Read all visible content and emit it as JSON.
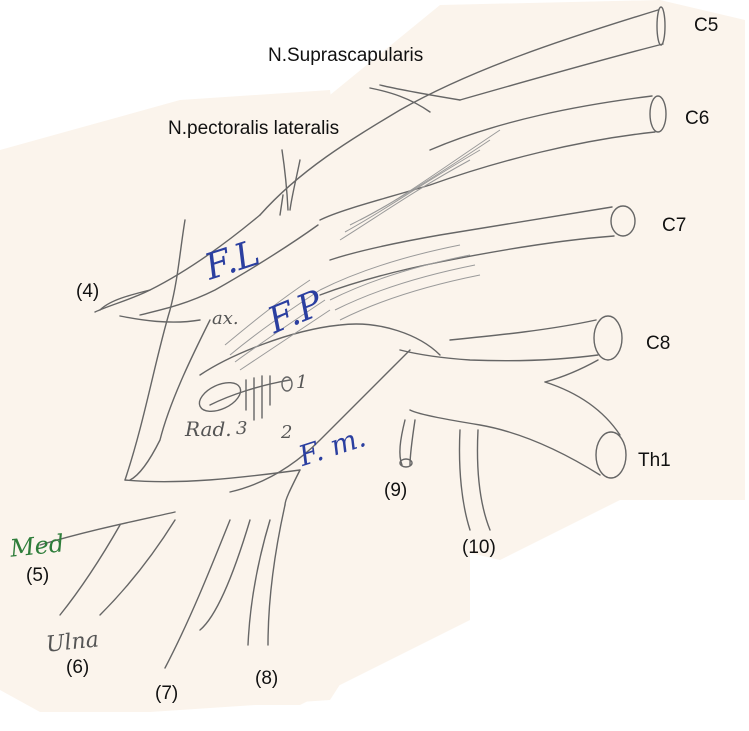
{
  "labels": {
    "c5": "C5",
    "c6": "C6",
    "c7": "C7",
    "c8": "C8",
    "th1": "Th1",
    "n_suprascapularis": "N.Suprascapularis",
    "n_pectoralis_lateralis": "N.pectoralis lateralis",
    "n4": "(4)",
    "n5": "(5)",
    "n6": "(6)",
    "n7": "(7)",
    "n8": "(8)",
    "n9": "(9)",
    "n10": "(10)"
  },
  "handwriting": {
    "fl": "F.L",
    "fp": "F.P",
    "fm": "F. m.",
    "ax": "ax.",
    "rad": "Rad.",
    "three": "3",
    "two": "2",
    "one": "1",
    "med": "Med",
    "ulna": "Ulna"
  },
  "colors": {
    "paper": "#fbf4ec",
    "pencil": "#666666",
    "shade": "#9a9a9a",
    "ink_blue": "#2b3fa0",
    "ink_green": "#2e7d3a"
  }
}
